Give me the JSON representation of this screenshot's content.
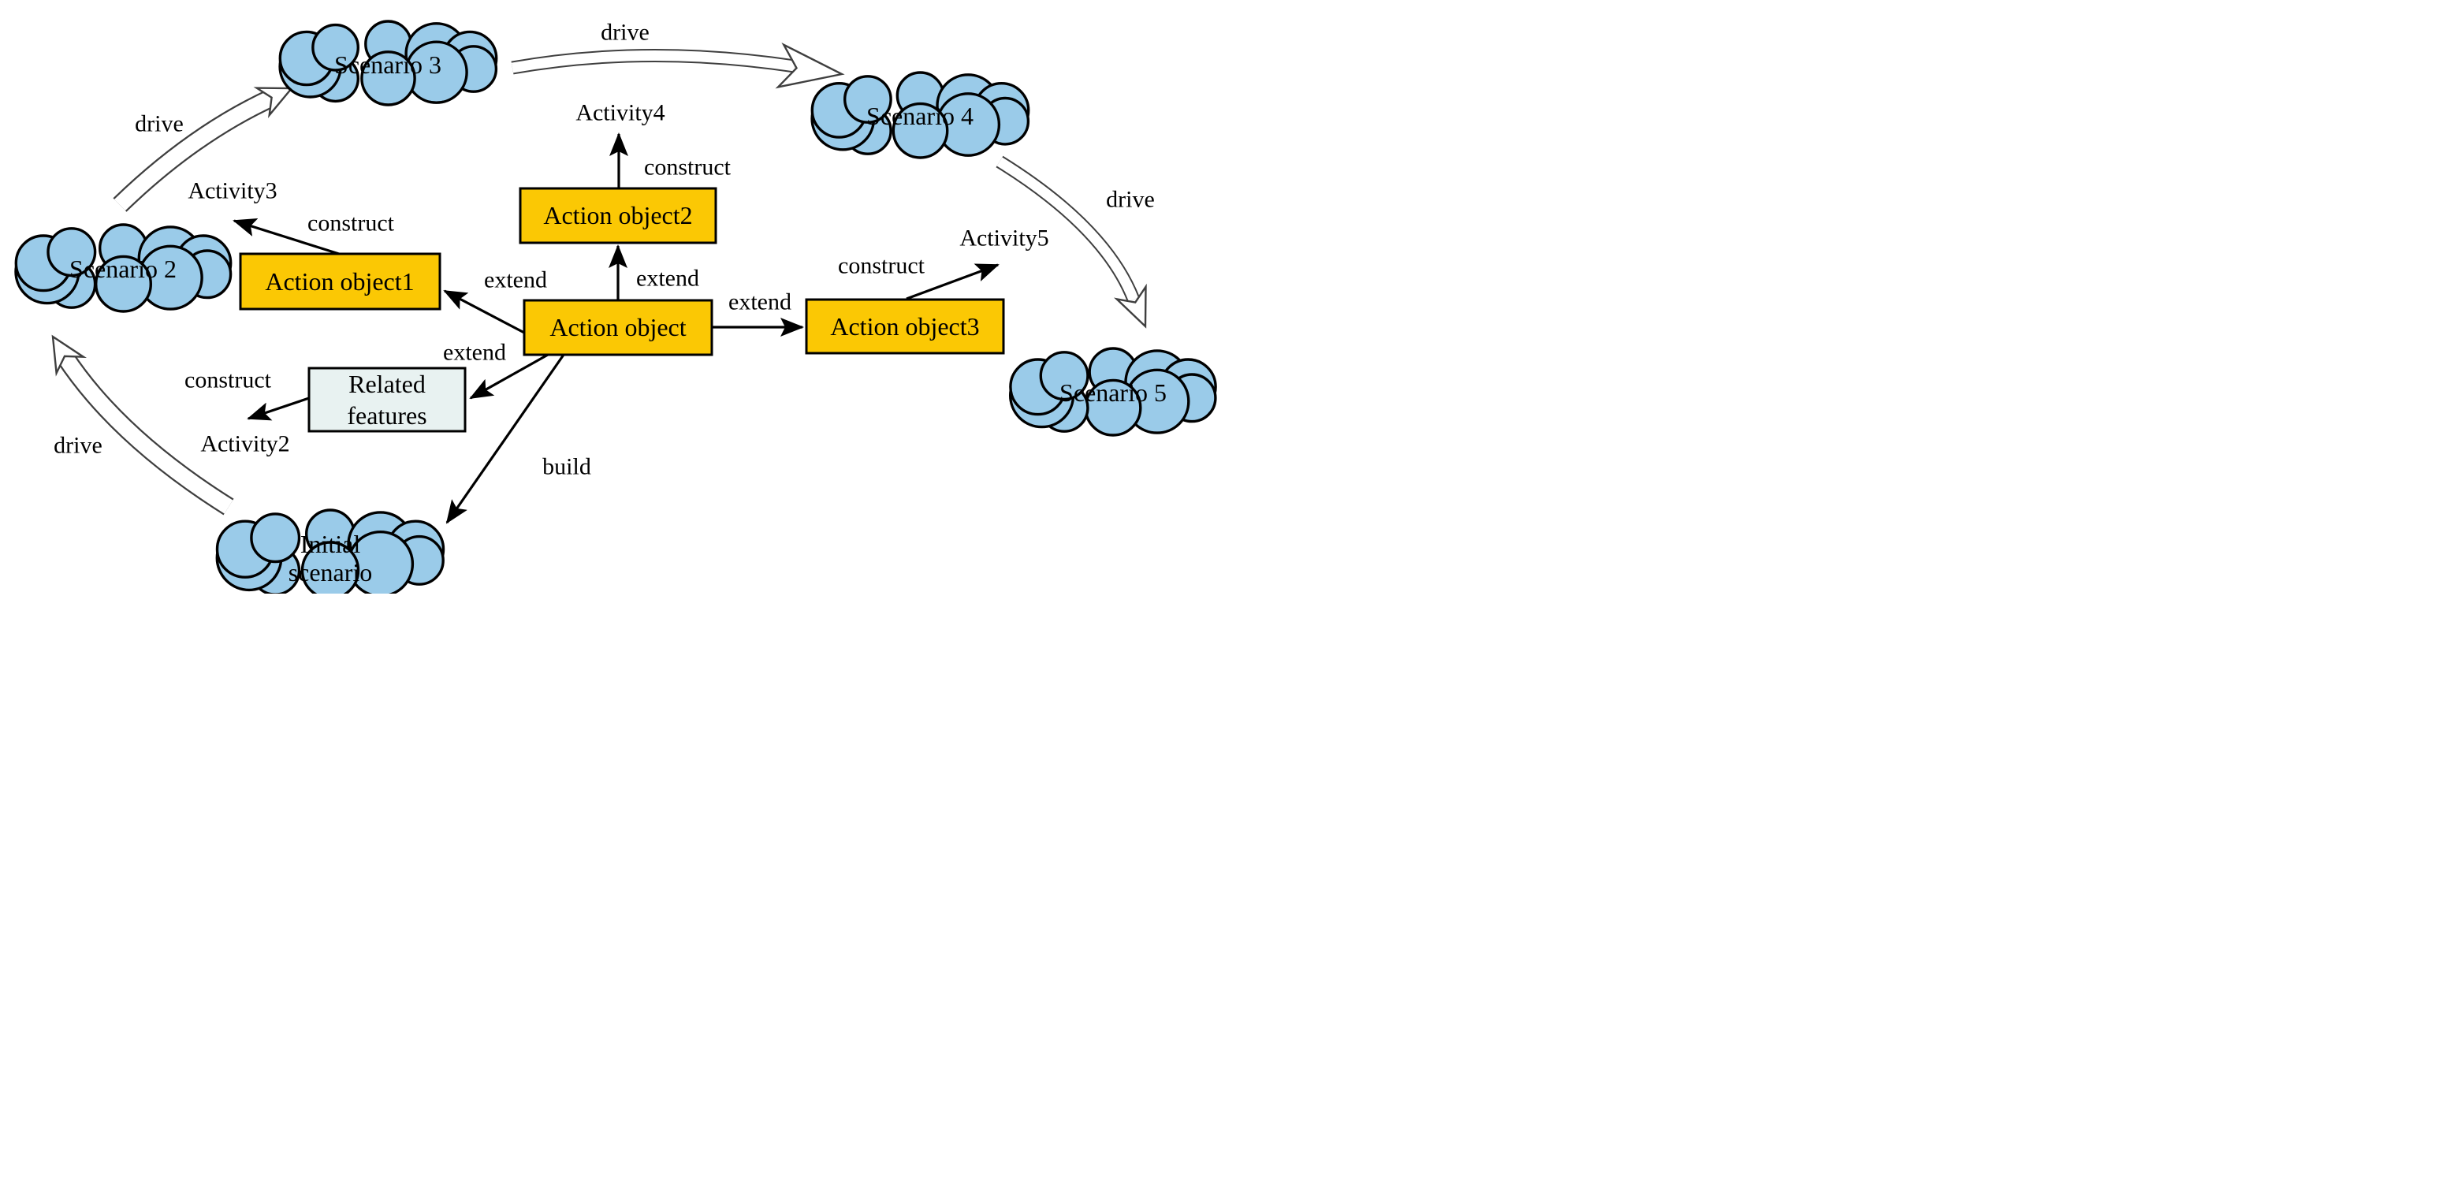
{
  "colors": {
    "cloud_fill": "#9ACBE9",
    "box_fill": "#FBC804",
    "related_fill": "#E8F2F1",
    "outline": "#000000",
    "big_arrow_fill": "#FFFFFF",
    "big_arrow_outline": "#3F3F3F"
  },
  "clouds": {
    "scenario2": {
      "label": "Scenario 2"
    },
    "scenario3": {
      "label": "Scenario 3"
    },
    "scenario4": {
      "label": "Scenario 4"
    },
    "scenario5": {
      "label": "Scenario 5"
    },
    "initial": {
      "line1": "Initial",
      "line2": "scenario"
    }
  },
  "boxes": {
    "action_object": {
      "label": "Action object"
    },
    "action_object1": {
      "label": "Action object1"
    },
    "action_object2": {
      "label": "Action object2"
    },
    "action_object3": {
      "label": "Action object3"
    },
    "related_features": {
      "line1": "Related",
      "line2": "features"
    }
  },
  "edge_labels": {
    "drive_top_left": "drive",
    "drive_top": "drive",
    "drive_right": "drive",
    "drive_bottom_left": "drive",
    "construct_activity3": "construct",
    "construct_activity4": "construct",
    "construct_activity5": "construct",
    "construct_activity2": "construct",
    "extend_to_object1": "extend",
    "extend_to_object2": "extend",
    "extend_to_object3": "extend",
    "extend_to_related": "extend",
    "build": "build",
    "activity2": "Activity2",
    "activity3": "Activity3",
    "activity4": "Activity4",
    "activity5": "Activity5"
  }
}
